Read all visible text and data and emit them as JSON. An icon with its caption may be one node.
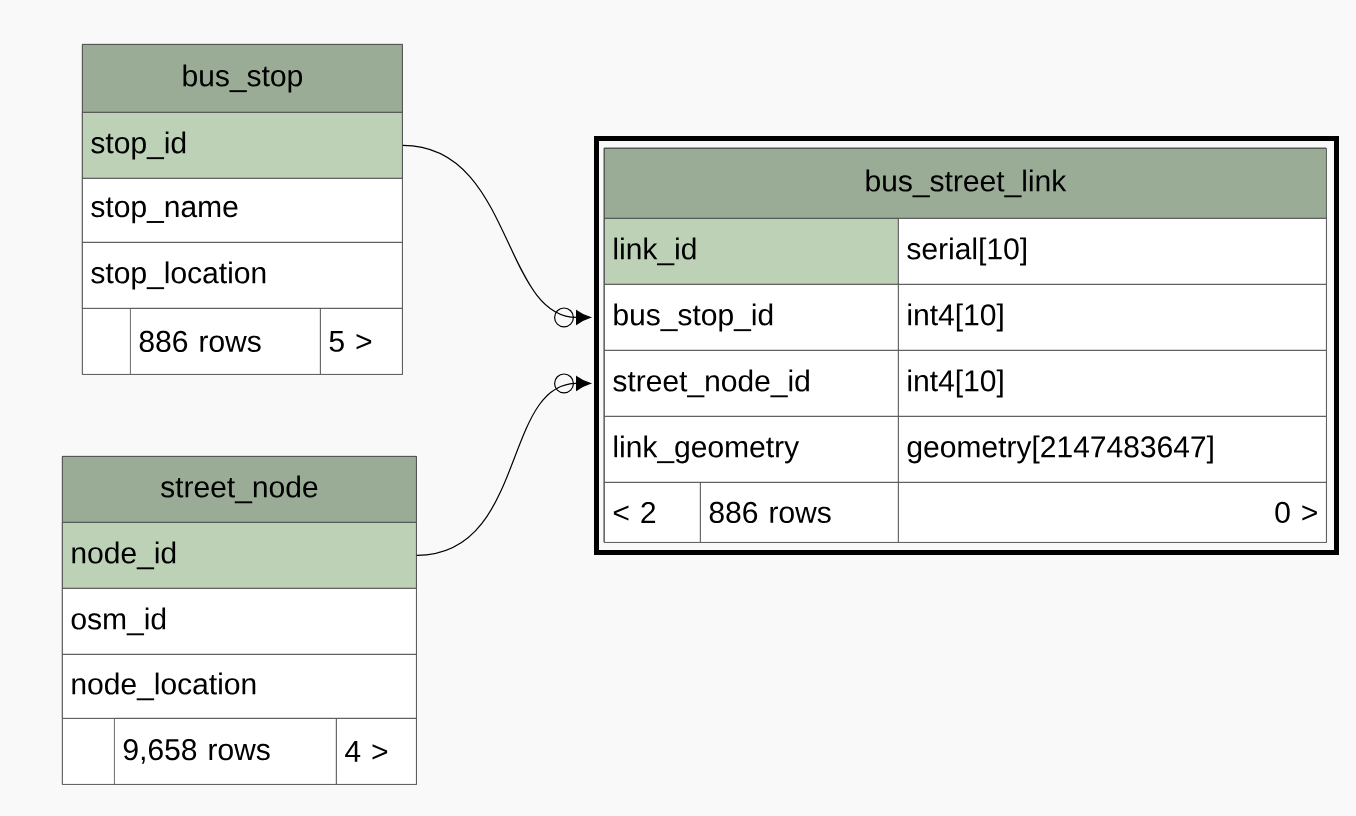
{
  "diagram": {
    "nodes": [
      {
        "text": [
          "bus_stop"
        ]
      },
      {
        "text": [
          "stop_id"
        ],
        "in": 0
      },
      {
        "text": [
          "stop_name"
        ],
        "in": 0
      },
      {
        "text": [
          "stop_location"
        ],
        "in": 0
      },
      {
        "text": [
          "886 rows",
          "5 >"
        ],
        "in": 0
      },
      {
        "text": [
          "bus_street_link"
        ]
      },
      {
        "text": [
          "link_id",
          "serial[10]"
        ],
        "in": 5
      },
      {
        "text": [
          "bus_stop_id",
          "int4[10]"
        ],
        "in": 5
      },
      {
        "text": [
          "street_node_id",
          "int4[10]"
        ],
        "in": 5
      },
      {
        "text": [
          "link_geometry",
          "geometry[2147483647]"
        ],
        "in": 5
      },
      {
        "text": [
          "< 2",
          "886 rows",
          "0 >"
        ],
        "in": 5
      },
      {
        "text": [
          "street_node"
        ]
      },
      {
        "text": [
          "node_id"
        ],
        "in": 11
      },
      {
        "text": [
          "osm_id"
        ],
        "in": 11
      },
      {
        "text": [
          "node_location"
        ],
        "in": 11
      },
      {
        "text": [
          "9,658 rows",
          "4 >"
        ],
        "in": 11
      }
    ],
    "edges": [
      {
        "from": 1,
        "to": 7,
        "arrow": "to"
      },
      {
        "from": 12,
        "to": 8,
        "arrow": "to"
      }
    ]
  }
}
